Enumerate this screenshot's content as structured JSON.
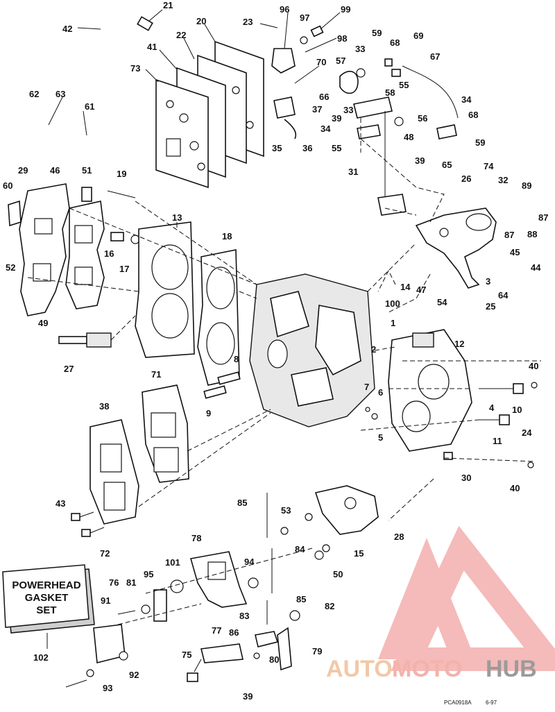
{
  "gasket_box": {
    "line1": "POWERHEAD",
    "line2": "GASKET",
    "line3": "SET"
  },
  "footer": {
    "code": "PCA0918A",
    "date": "6-97"
  },
  "watermark": {
    "auto": "AUTO",
    "moto": "MOTO",
    "hub": "HUB",
    "color_auto": "#f2c8a6",
    "color_moto": "#f3b3aa",
    "color_hub": "#9b9b9b",
    "color_logo": "#f2a3a3"
  },
  "callouts": [
    "1",
    "2",
    "3",
    "4",
    "5",
    "6",
    "7",
    "8",
    "9",
    "10",
    "11",
    "12",
    "13",
    "14",
    "15",
    "16",
    "17",
    "18",
    "19",
    "20",
    "21",
    "22",
    "23",
    "24",
    "25",
    "26",
    "27",
    "28",
    "29",
    "30",
    "31",
    "32",
    "33",
    "34",
    "35",
    "36",
    "37",
    "38",
    "39",
    "40",
    "41",
    "42",
    "43",
    "44",
    "45",
    "46",
    "47",
    "48",
    "49",
    "50",
    "51",
    "52",
    "53",
    "54",
    "55",
    "56",
    "57",
    "58",
    "59",
    "60",
    "61",
    "62",
    "63",
    "64",
    "65",
    "66",
    "67",
    "68",
    "69",
    "70",
    "71",
    "72",
    "73",
    "74",
    "75",
    "76",
    "77",
    "78",
    "79",
    "80",
    "81",
    "82",
    "83",
    "84",
    "85",
    "86",
    "87",
    "88",
    "89",
    "91",
    "92",
    "93",
    "94",
    "95",
    "96",
    "97",
    "98",
    "99",
    "100",
    "101",
    "102"
  ]
}
